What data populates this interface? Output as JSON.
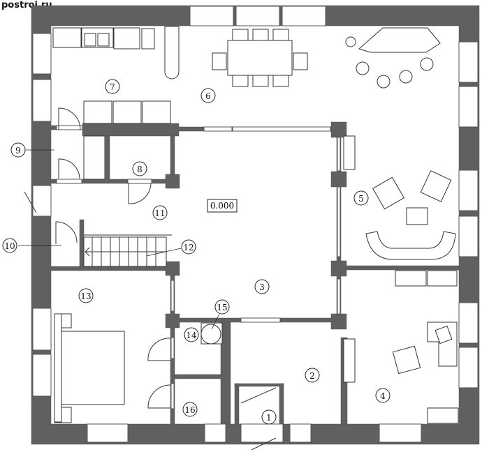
{
  "watermark": "postroi.ru",
  "elevation_mark": "0.000",
  "rooms": [
    {
      "n": "1"
    },
    {
      "n": "2"
    },
    {
      "n": "3"
    },
    {
      "n": "4"
    },
    {
      "n": "5"
    },
    {
      "n": "6"
    },
    {
      "n": "7"
    },
    {
      "n": "8"
    },
    {
      "n": "9"
    },
    {
      "n": "10"
    },
    {
      "n": "11"
    },
    {
      "n": "12"
    },
    {
      "n": "13"
    },
    {
      "n": "14"
    },
    {
      "n": "15"
    },
    {
      "n": "16"
    }
  ],
  "colors": {
    "wall": "#606060",
    "line": "#333333"
  }
}
